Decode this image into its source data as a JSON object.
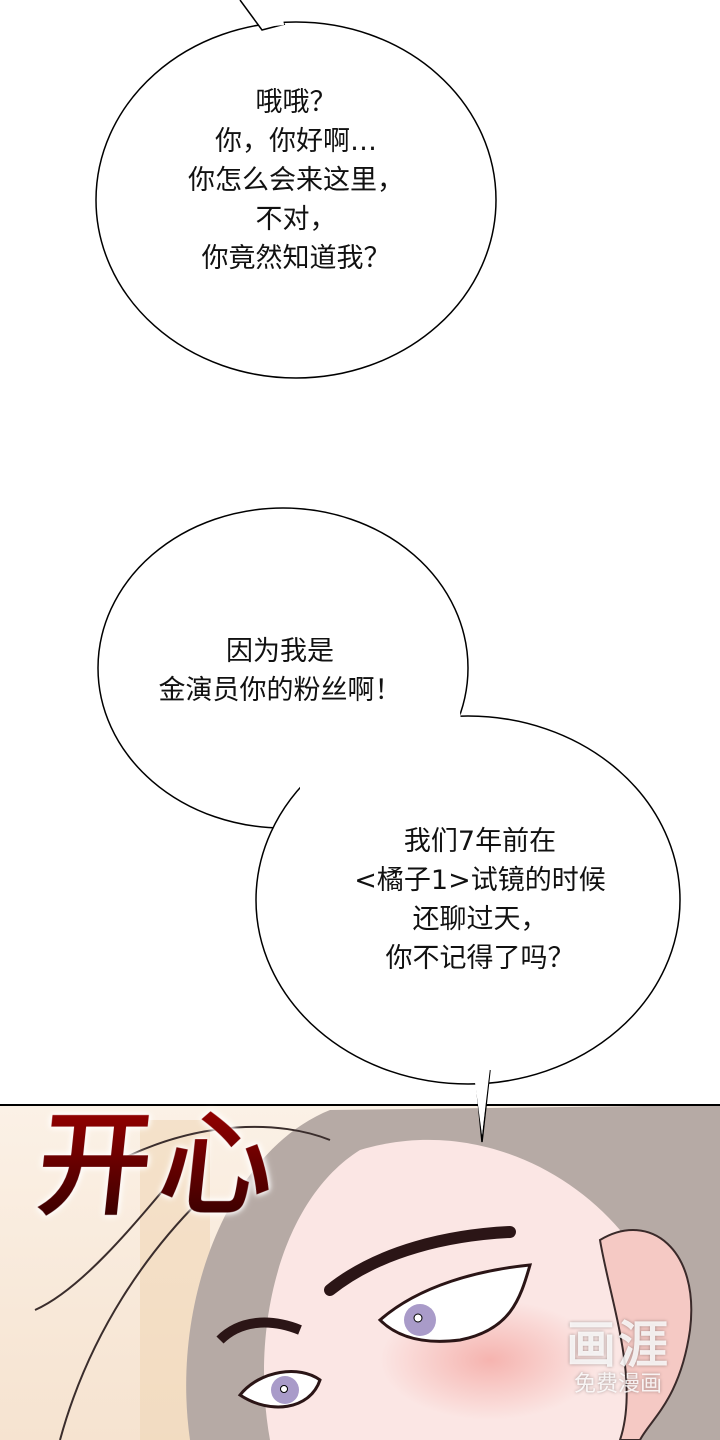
{
  "bubbles": [
    {
      "lines": [
        "哦哦？",
        "你，你好啊…",
        "你怎么会来这里，",
        "不对，",
        "你竟然知道我？"
      ]
    },
    {
      "lines": [
        "因为我是",
        "金演员你的粉丝啊！"
      ]
    },
    {
      "lines": [
        "我们7年前在",
        "<橘子1>试镜的时候",
        "还聊过天，",
        "你不记得了吗？"
      ]
    }
  ],
  "sound_effect": "开心",
  "watermark": {
    "logo": "画涯",
    "tagline": "免费漫画"
  },
  "colors": {
    "sfx": "#8b0000",
    "skin": "#fbe4e2",
    "hair": "#9a8d88",
    "iris": "#a99bc9"
  }
}
